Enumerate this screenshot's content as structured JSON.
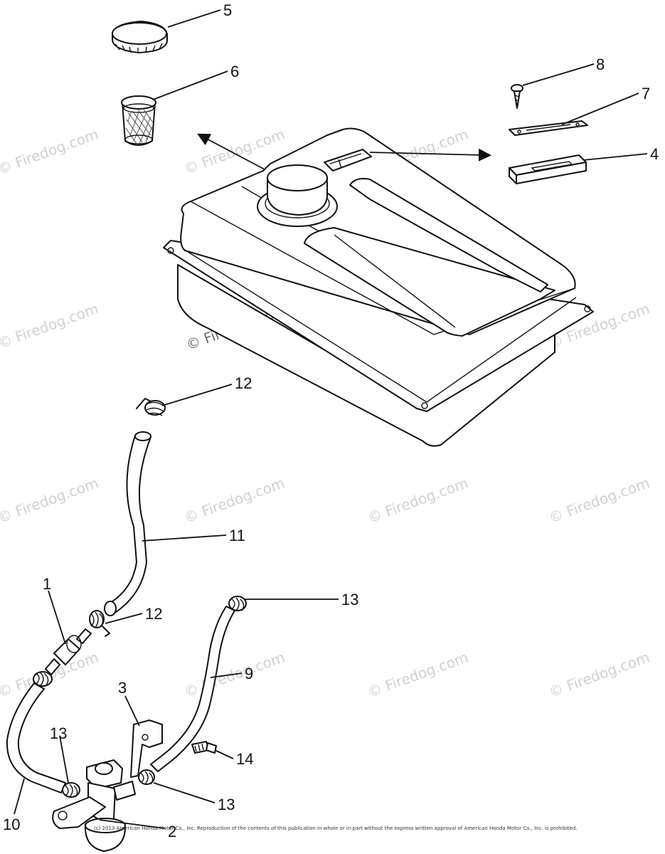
{
  "callouts": {
    "c1": "1",
    "c2": "2",
    "c3": "3",
    "c4": "4",
    "c5": "5",
    "c6": "6",
    "c7": "7",
    "c8": "8",
    "c9": "9",
    "c10": "10",
    "c11": "11",
    "c12a": "12",
    "c12b": "12",
    "c13a": "13",
    "c13b": "13",
    "c13c": "13",
    "c14": "14"
  },
  "watermark": "© Firedog.com",
  "copyright": "(c) 2013 American Honda Motor Co., Inc. Reproduction of the contents of this publication in whole or in part without the express written approval of American Honda Motor Co., Inc. is prohibited.",
  "colors": {
    "line": "#111111",
    "watermark": "#9a9a9a",
    "background": "#ffffff"
  }
}
